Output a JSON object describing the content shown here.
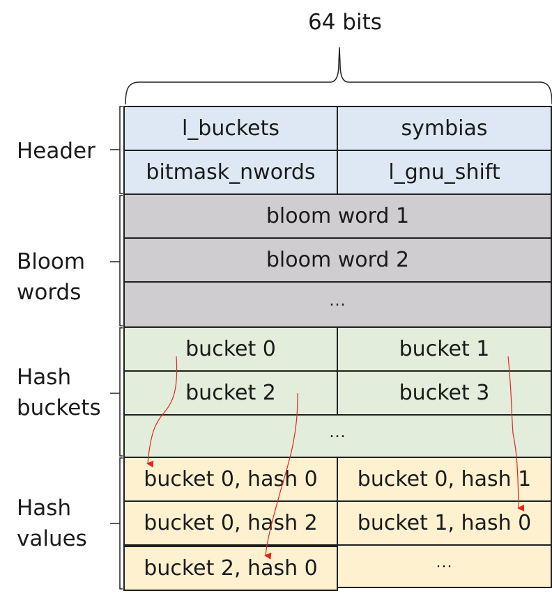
{
  "top_label": "64 bits",
  "sections": {
    "header": {
      "label_lines": [
        "Header"
      ]
    },
    "bloom": {
      "label_lines": [
        "Bloom",
        "words"
      ]
    },
    "hash_buckets": {
      "label_lines": [
        "Hash",
        "buckets"
      ]
    },
    "hash_values": {
      "label_lines": [
        "Hash",
        "values"
      ]
    }
  },
  "cells": {
    "l_buckets": "l_buckets",
    "symbias": "symbias",
    "bitmask_nwords": "bitmask_nwords",
    "l_gnu_shift": "l_gnu_shift",
    "bloom_1": "bloom word 1",
    "bloom_2": "bloom word 2",
    "bloom_more": "...",
    "bucket_0": "bucket 0",
    "bucket_1": "bucket 1",
    "bucket_2": "bucket 2",
    "bucket_3": "bucket 3",
    "bucket_more": "...",
    "b0_h0": "bucket 0, hash 0",
    "b0_h1": "bucket 0, hash 1",
    "b0_h2": "bucket 0, hash 2",
    "b1_h0": "bucket 1, hash 0",
    "b2_h0": "bucket 2, hash 0",
    "values_more": "..."
  },
  "colors": {
    "header_fill": "#dde8f4",
    "bloom_fill": "#cfcdcf",
    "buckets_fill": "#e2eedb",
    "values_fill": "#fdf1d0",
    "arrow": "#e8231b"
  }
}
